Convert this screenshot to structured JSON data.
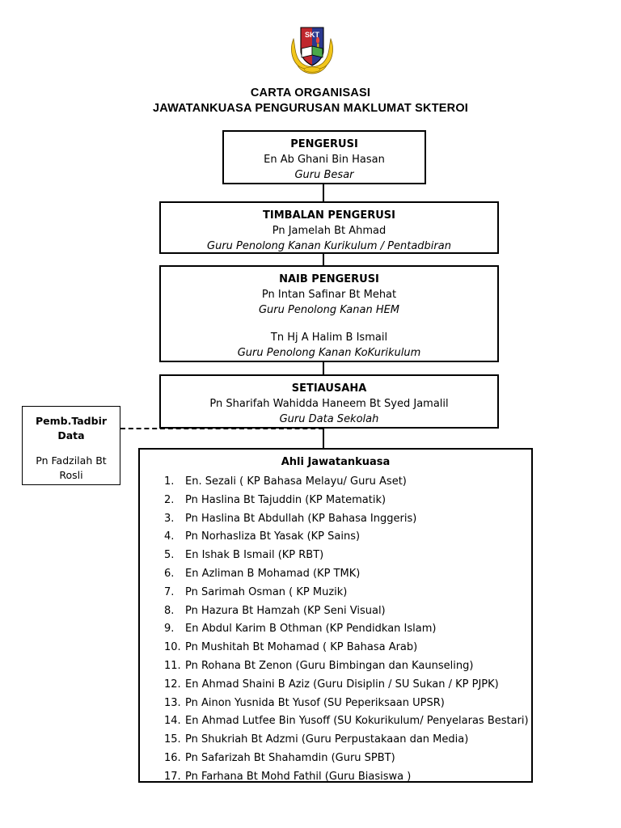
{
  "header": {
    "logo_alt": "school-crest",
    "crest_text": "SKT",
    "title_line_1": "CARTA ORGANISASI",
    "title_line_2": "JAWATANKUASA PENGURUSAN MAKLUMAT SKTEROI"
  },
  "nodes": {
    "pengerusi": {
      "role_title": "PENGERUSI",
      "person_name": "En Ab Ghani Bin Hasan",
      "person_role": "Guru Besar"
    },
    "timbalan_pengerusi": {
      "role_title": "TIMBALAN PENGERUSI",
      "person_name": "Pn Jamelah Bt  Ahmad",
      "person_role": "Guru Penolong Kanan Kurikulum / Pentadbiran"
    },
    "naib_pengerusi": {
      "role_title": "NAIB PENGERUSI",
      "person_name_1": "Pn Intan Safinar Bt Mehat",
      "person_role_1": "Guru Penolong Kanan HEM",
      "person_name_2": "Tn Hj A Halim B Ismail",
      "person_role_2": "Guru Penolong Kanan KoKurikulum"
    },
    "setiausaha": {
      "role_title": "SETIAUSAHA",
      "person_name": "Pn Sharifah Wahidda Haneem Bt Syed Jamalil",
      "person_role": "Guru Data Sekolah"
    },
    "pembantu_tadbir": {
      "role_title_line_1": "Pemb.Tadbir",
      "role_title_line_2": "Data",
      "person_name_line_1": "Pn Fadzilah Bt",
      "person_name_line_2": "Rosli"
    }
  },
  "committee": {
    "heading": "Ahli Jawatankuasa",
    "members": [
      {
        "num": "1.",
        "text": "En. Sezali ( KP Bahasa Melayu/ Guru Aset)"
      },
      {
        "num": "2.",
        "text": "Pn Haslina Bt Tajuddin (KP Matematik)"
      },
      {
        "num": "3.",
        "text": "Pn Haslina Bt Abdullah (KP Bahasa Inggeris)"
      },
      {
        "num": "4.",
        "text": "Pn Norhasliza Bt Yasak (KP Sains)"
      },
      {
        "num": "5.",
        "text": "En Ishak B Ismail (KP RBT)"
      },
      {
        "num": "6.",
        "text": "En Azliman B Mohamad (KP TMK)"
      },
      {
        "num": "7.",
        "text": "Pn Sarimah Osman ( KP Muzik)"
      },
      {
        "num": "8.",
        "text": "Pn Hazura Bt Hamzah (KP Seni Visual)"
      },
      {
        "num": "9.",
        "text": "En Abdul Karim B Othman  (KP Pendidkan Islam)"
      },
      {
        "num": "10.",
        "text": "Pn Mushitah Bt Mohamad ( KP Bahasa Arab)"
      },
      {
        "num": "11.",
        "text": "Pn Rohana Bt Zenon (Guru Bimbingan dan Kaunseling)"
      },
      {
        "num": "12.",
        "text": "En Ahmad Shaini B Aziz (Guru Disiplin / SU Sukan / KP PJPK)"
      },
      {
        "num": "13.",
        "text": "Pn Ainon Yusnida Bt Yusof (SU Peperiksaan UPSR)"
      },
      {
        "num": "14.",
        "text": "En Ahmad Lutfee Bin Yusoff (SU Kokurikulum/ Penyelaras Bestari)"
      },
      {
        "num": "15.",
        "text": "Pn Shukriah Bt Adzmi (Guru Perpustakaan dan Media)"
      },
      {
        "num": "16.",
        "text": "Pn Safarizah Bt Shahamdin (Guru SPBT)"
      },
      {
        "num": "17.",
        "text": "Pn Farhana Bt Mohd Fathil (Guru Biasiswa )"
      }
    ]
  },
  "colors": {
    "line": "#000000",
    "background": "#ffffff",
    "crest_red": "#c0272d",
    "crest_blue": "#2b3990",
    "crest_gold": "#f2c61a",
    "crest_green": "#4aa84a"
  }
}
